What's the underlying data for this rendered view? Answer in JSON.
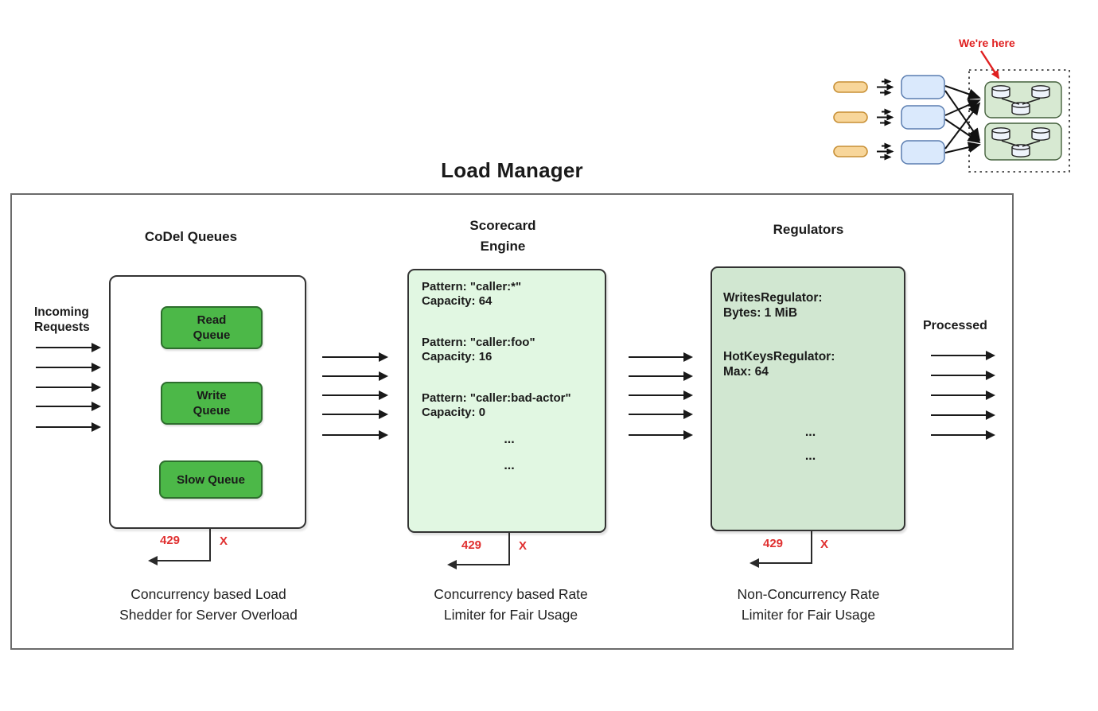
{
  "title": "Load Manager",
  "inset": {
    "annotation": "We're here"
  },
  "labels": {
    "incoming": "Incoming\nRequests",
    "processed": "Processed"
  },
  "codel": {
    "header": "CoDel Queues",
    "queues": [
      {
        "label": "Read\nQueue"
      },
      {
        "label": "Write\nQueue"
      },
      {
        "label": "Slow Queue"
      }
    ],
    "reject_code": "429",
    "reject_mark": "X",
    "caption": "Concurrency based Load\nShedder for Server Overload"
  },
  "scorecard": {
    "header": "Scorecard\nEngine",
    "entries": [
      {
        "pattern": "Pattern: \"caller:*\"",
        "capacity": "Capacity: 64"
      },
      {
        "pattern": "Pattern: \"caller:foo\"",
        "capacity": "Capacity: 16"
      },
      {
        "pattern": "Pattern: \"caller:bad-actor\"",
        "capacity": "Capacity: 0"
      }
    ],
    "ellipsis": [
      "...",
      "..."
    ],
    "reject_code": "429",
    "reject_mark": "X",
    "caption": "Concurrency based Rate\nLimiter for Fair Usage"
  },
  "regulators": {
    "header": "Regulators",
    "entries": [
      {
        "name": "WritesRegulator:",
        "value": "Bytes: 1 MiB"
      },
      {
        "name": "HotKeysRegulator:",
        "value": "Max: 64"
      }
    ],
    "ellipsis": [
      "...",
      "..."
    ],
    "reject_code": "429",
    "reject_mark": "X",
    "caption": "Non-Concurrency Rate\nLimiter for Fair Usage"
  },
  "colors": {
    "queue-green": "#4cb848",
    "scorecard-bg": "#e1f7e2",
    "regulator-bg": "#d1e7d1",
    "inset-green": "#d7e9d2",
    "inset-blue": "#dae9fc",
    "inset-orange": "#f8d69a",
    "red": "#e03030",
    "annotation-red": "#e02020"
  }
}
